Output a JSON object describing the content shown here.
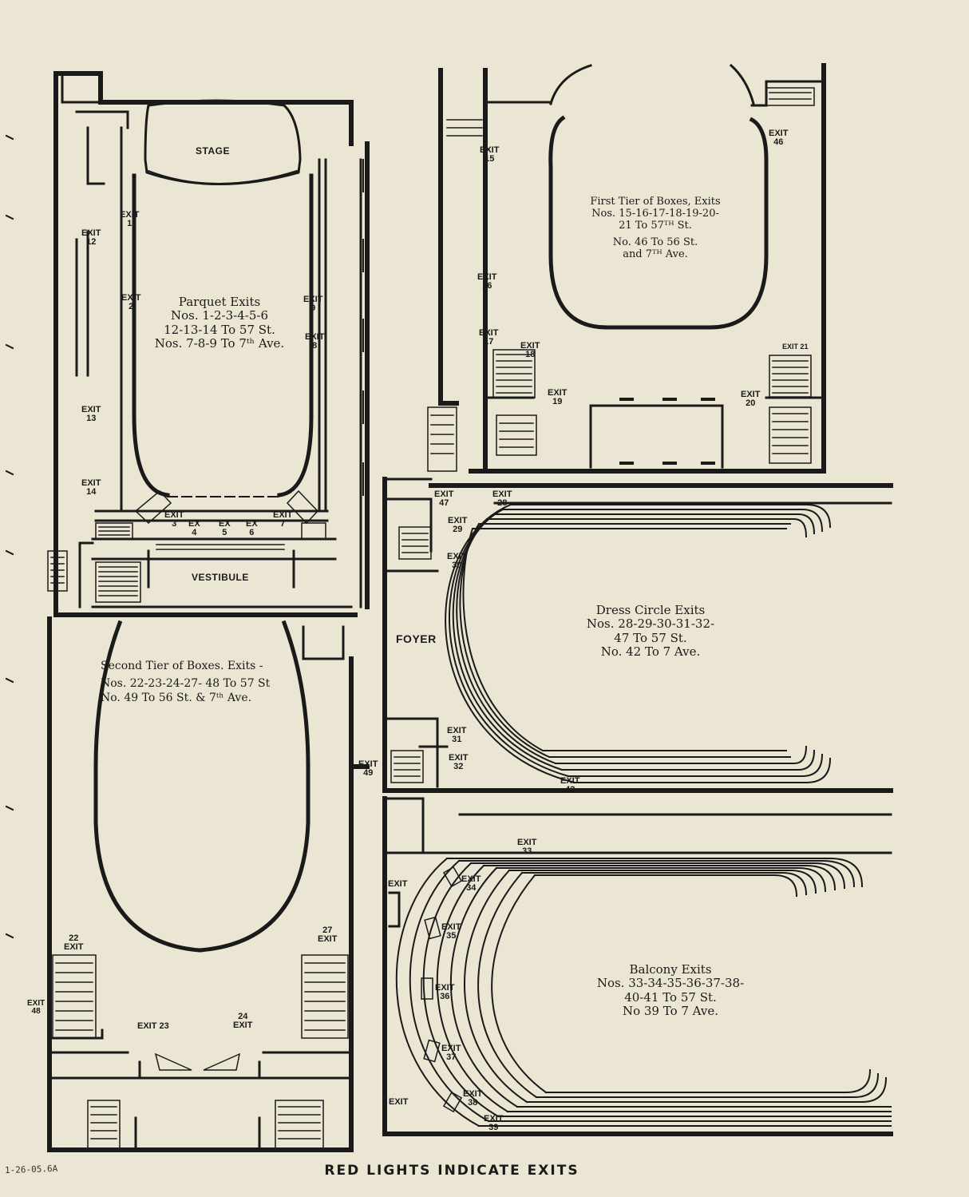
{
  "caption": "RED LIGHTS INDICATE EXITS",
  "archive_note": "1-26-05.6A",
  "colors": {
    "paper": "#ebe6d4",
    "ink": "#1a1a1a"
  },
  "panels": {
    "parquet": {
      "title_lines": [
        "Parquet Exits",
        "Nos. 1-2-3-4-5-6",
        "12-13-14 To 57 St.",
        "Nos. 7-8-9 To 7ᵗʰ Ave."
      ],
      "rooms": {
        "stage": "STAGE",
        "vestibule": "VESTIBULE"
      },
      "exits": {
        "e1": "EXIT\n1",
        "e2": "EXIT\n2",
        "e12": "EXIT\n12",
        "e13": "EXIT\n13",
        "e14": "EXIT\n14",
        "e9": "EXIT\n9",
        "e8": "EXIT\n8",
        "e3": "EXIT\n3",
        "e4": "EX\n4",
        "e5": "EX\n5",
        "e6": "EX\n6",
        "e7": "EXIT\n7"
      }
    },
    "first_tier": {
      "title_lines": [
        "First Tier of Boxes, Exits",
        "Nos. 15-16-17-18-19-20-",
        "21 To 57ᵀᴴ St.",
        "No. 46 To 56 St.",
        "and 7ᵀᴴ Ave."
      ],
      "exits": {
        "e15": "EXIT\n15",
        "e16": "EXIT\n16",
        "e17": "EXIT\n17",
        "e18": "EXIT\n18",
        "e19": "EXIT\n19",
        "e46": "EXIT\n46",
        "e21": "EXIT 21",
        "e20": "EXIT\n20"
      }
    },
    "dress_circle": {
      "title_lines": [
        "Dress Circle Exits",
        "Nos. 28-29-30-31-32-",
        "47 To 57 St.",
        "No. 42 To 7 Ave."
      ],
      "rooms": {
        "foyer": "FOYER"
      },
      "exits": {
        "e47": "EXIT\n47",
        "e28": "EXIT\n28",
        "e29": "EXIT\n29",
        "e30": "EXIT\n30",
        "e31": "EXIT\n31",
        "e32": "EXIT\n32",
        "e42": "EXIT\n42"
      }
    },
    "second_tier": {
      "title_lines": [
        "Second Tier of Boxes. Exits -",
        "Nos. 22-23-24-27- 48 To 57 St",
        "No. 49 To 56 St. & 7ᵗʰ Ave."
      ],
      "exits": {
        "e49": "EXIT\n49",
        "e22": "22\nEXIT",
        "e27": "27\nEXIT",
        "e48": "EXIT\n48",
        "e23": "EXIT 23",
        "e24": "24\nEXIT"
      }
    },
    "balcony": {
      "title_lines": [
        "Balcony Exits",
        "Nos. 33-34-35-36-37-38-",
        "40-41 To 57 St.",
        "No 39 To 7 Ave."
      ],
      "exits": {
        "e33": "EXIT\n33",
        "e40": "EXIT",
        "e34": "EXIT\n34",
        "e35": "EXIT\n35",
        "e36": "EXIT\n36",
        "e37": "EXIT\n37",
        "e38": "EXIT\n38",
        "e41": "EXIT",
        "e39": "EXIT\n39"
      }
    }
  }
}
